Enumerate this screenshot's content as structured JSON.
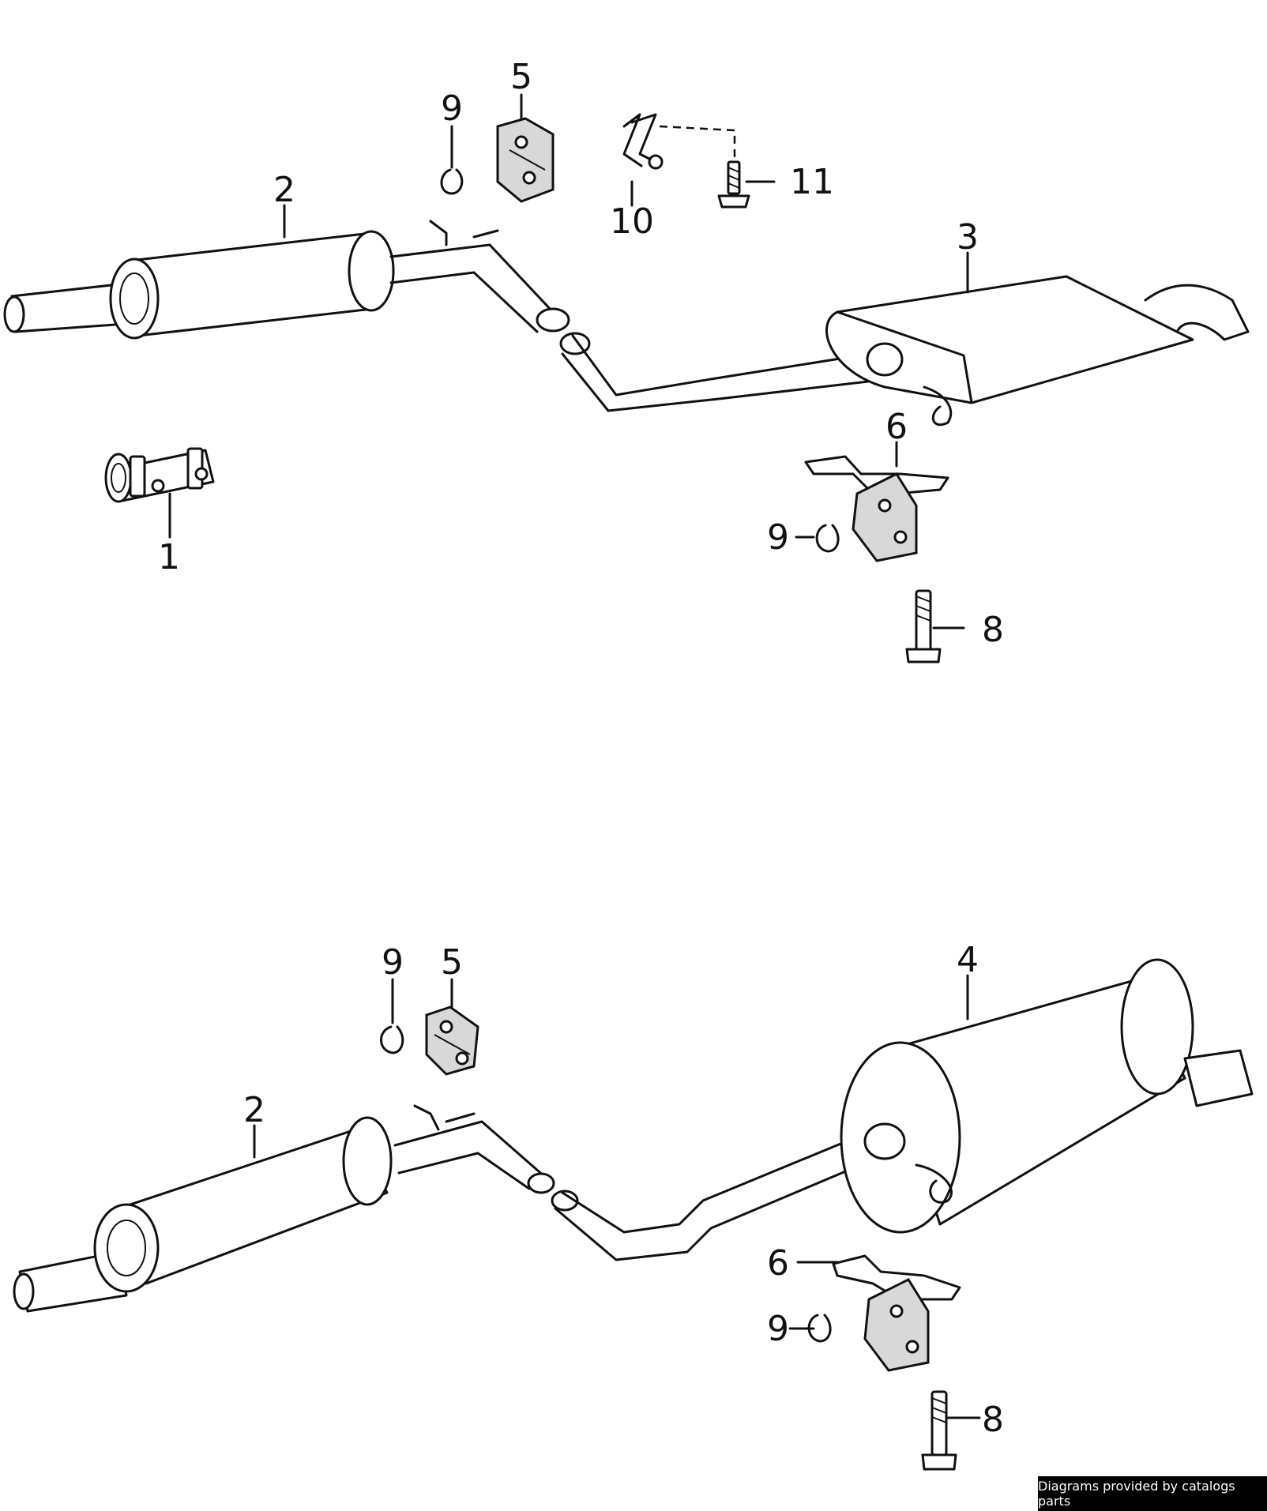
{
  "credit": "Diagrams provided by catalogs parts",
  "top_assembly": {
    "callouts": {
      "c1": "1",
      "c2": "2",
      "c3": "3",
      "c5": "5",
      "c6": "6",
      "c8": "8",
      "c9a": "9",
      "c9b": "9",
      "c10": "10",
      "c11": "11"
    }
  },
  "bottom_assembly": {
    "callouts": {
      "c2": "2",
      "c4": "4",
      "c5": "5",
      "c6": "6",
      "c8": "8",
      "c9a": "9",
      "c9b": "9"
    }
  },
  "colors": {
    "ink": "#111111",
    "background": "#ffffff",
    "credit_bg": "#000000",
    "credit_fg": "#ffffff"
  }
}
